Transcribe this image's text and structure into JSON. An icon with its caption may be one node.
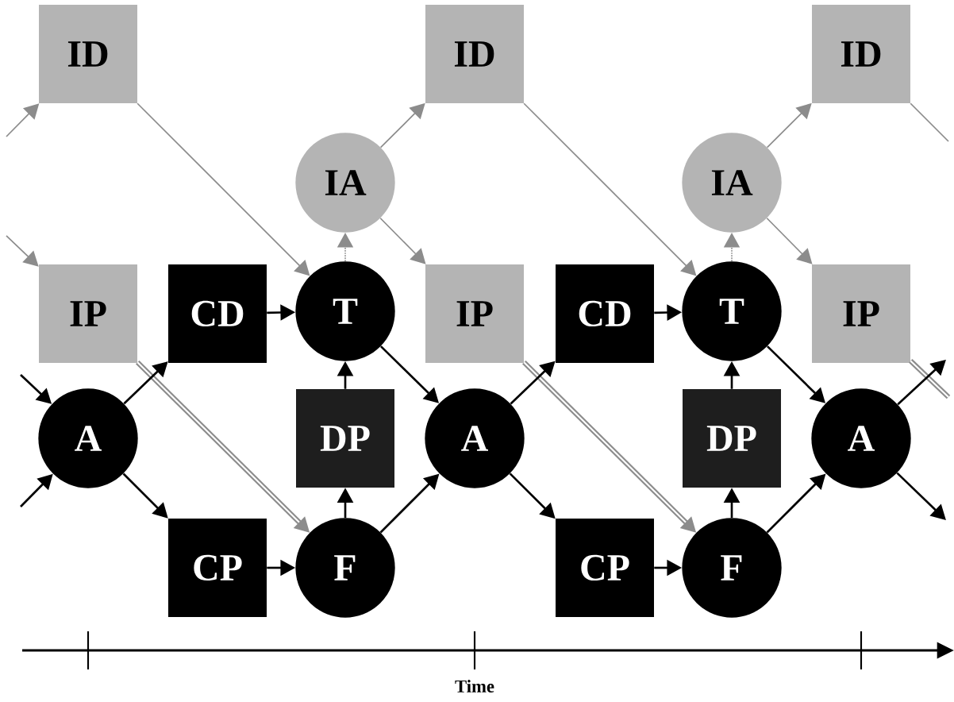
{
  "diagram": {
    "nodes": [
      {
        "text": [
          "ID"
        ]
      },
      {
        "text": [
          "ID"
        ]
      },
      {
        "text": [
          "ID"
        ]
      },
      {
        "text": [
          "IA"
        ]
      },
      {
        "text": [
          "IA"
        ]
      },
      {
        "text": [
          "IP"
        ]
      },
      {
        "text": [
          "CD"
        ]
      },
      {
        "text": [
          "T"
        ]
      },
      {
        "text": [
          "IP"
        ]
      },
      {
        "text": [
          "CD"
        ]
      },
      {
        "text": [
          "T"
        ]
      },
      {
        "text": [
          "IP"
        ]
      },
      {
        "text": [
          "A"
        ]
      },
      {
        "text": [
          "DP"
        ]
      },
      {
        "text": [
          "A"
        ]
      },
      {
        "text": [
          "DP"
        ]
      },
      {
        "text": [
          "A"
        ]
      },
      {
        "text": [
          "CP"
        ]
      },
      {
        "text": [
          "F"
        ]
      },
      {
        "text": [
          "CP"
        ]
      },
      {
        "text": [
          "F"
        ]
      }
    ],
    "edges": [
      {
        "from": null,
        "to": 0,
        "arrow": "to",
        "color": "#8c8c8c"
      },
      {
        "from": null,
        "to": 5,
        "arrow": "to",
        "color": "#8c8c8c"
      },
      {
        "from": 0,
        "to": 7,
        "arrow": "to",
        "color": "#8c8c8c"
      },
      {
        "from": 7,
        "to": 3,
        "arrow": "to",
        "style": "dashed",
        "color": "#8c8c8c"
      },
      {
        "from": 3,
        "to": 1,
        "arrow": "to",
        "color": "#8c8c8c"
      },
      {
        "from": 3,
        "to": 8,
        "arrow": "to",
        "color": "#8c8c8c"
      },
      {
        "from": 1,
        "to": 10,
        "arrow": "to",
        "color": "#8c8c8c"
      },
      {
        "from": 10,
        "to": 4,
        "arrow": "to",
        "style": "dashed",
        "color": "#8c8c8c"
      },
      {
        "from": 4,
        "to": 2,
        "arrow": "to",
        "color": "#8c8c8c"
      },
      {
        "from": 4,
        "to": 11,
        "arrow": "to",
        "color": "#8c8c8c"
      },
      {
        "from": 2,
        "to": null,
        "arrow": "none",
        "color": "#8c8c8c"
      },
      {
        "from": 5,
        "to": 18,
        "arrow": "to",
        "style": "thick",
        "color": "#8c8c8c"
      },
      {
        "from": 8,
        "to": 20,
        "arrow": "to",
        "style": "thick",
        "color": "#8c8c8c"
      },
      {
        "from": 11,
        "to": null,
        "arrow": "none",
        "style": "thick",
        "color": "#8c8c8c"
      },
      {
        "from": null,
        "to": 12,
        "arrow": "to"
      },
      {
        "from": null,
        "to": 12,
        "arrow": "to"
      },
      {
        "from": 12,
        "to": 6,
        "arrow": "to"
      },
      {
        "from": 12,
        "to": 17,
        "arrow": "to"
      },
      {
        "from": 6,
        "to": 7,
        "arrow": "to"
      },
      {
        "from": 17,
        "to": 18,
        "arrow": "to"
      },
      {
        "from": 18,
        "to": 13,
        "arrow": "to"
      },
      {
        "from": 13,
        "to": 7,
        "arrow": "to"
      },
      {
        "from": 7,
        "to": 14,
        "arrow": "to"
      },
      {
        "from": 18,
        "to": 14,
        "arrow": "to"
      },
      {
        "from": 14,
        "to": 9,
        "arrow": "to"
      },
      {
        "from": 14,
        "to": 19,
        "arrow": "to"
      },
      {
        "from": 9,
        "to": 10,
        "arrow": "to"
      },
      {
        "from": 19,
        "to": 20,
        "arrow": "to"
      },
      {
        "from": 20,
        "to": 15,
        "arrow": "to"
      },
      {
        "from": 15,
        "to": 10,
        "arrow": "to"
      },
      {
        "from": 10,
        "to": 16,
        "arrow": "to"
      },
      {
        "from": 20,
        "to": 16,
        "arrow": "to"
      },
      {
        "from": 16,
        "to": null,
        "arrow": "to"
      },
      {
        "from": 16,
        "to": null,
        "arrow": "to"
      }
    ],
    "labels": [
      "Time"
    ]
  }
}
